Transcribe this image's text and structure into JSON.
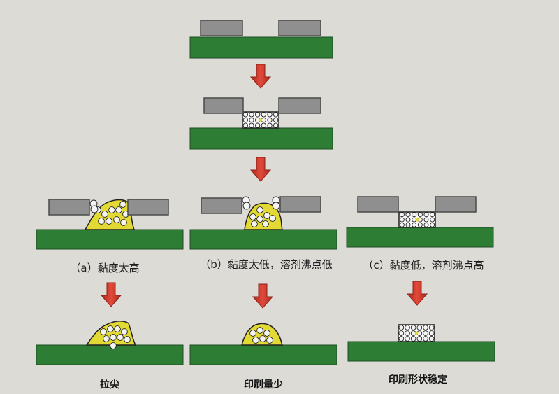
{
  "labels": {
    "case_a": "（a）黏度太高",
    "case_b": "（b）黏度太低，溶剂沸点低",
    "case_c": "（c）黏度低，溶剂沸点高",
    "result_a": "拉尖",
    "result_b": "印刷量少",
    "result_c": "印刷形状稳定"
  },
  "colors": {
    "board": "#2e7d34",
    "board_edge": "#1d4d22",
    "stencil": "#8f8f8f",
    "stencil_edge": "#4a4a4a",
    "paste_flux": "#e3d934",
    "arrow": "#d63a2c",
    "ball": "#f4f4f4",
    "background": "#dcdbd6"
  }
}
